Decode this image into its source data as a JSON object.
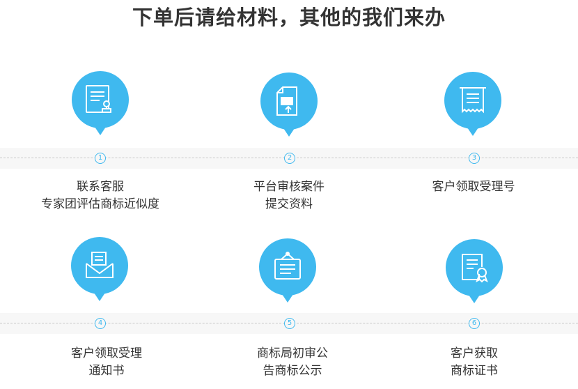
{
  "title": "下单后请给材料，其他的我们来办",
  "accent": "#3fb9ef",
  "steps": [
    {
      "num": "1",
      "icon": "document-stamp-icon",
      "line1": "联系客服",
      "line2": "专家团评估商标近似度"
    },
    {
      "num": "2",
      "icon": "upload-document-icon",
      "line1": "平台审核案件",
      "line2": "提交资料"
    },
    {
      "num": "3",
      "icon": "receipt-icon",
      "line1": "客户领取受理号",
      "line2": ""
    },
    {
      "num": "4",
      "icon": "mail-envelope-icon",
      "line1": "客户领取受理",
      "line2": "通知书"
    },
    {
      "num": "5",
      "icon": "notice-board-icon",
      "line1": "商标局初审公",
      "line2": "告商标公示"
    },
    {
      "num": "6",
      "icon": "certificate-icon",
      "line1": "客户获取",
      "line2": "商标证书"
    }
  ]
}
